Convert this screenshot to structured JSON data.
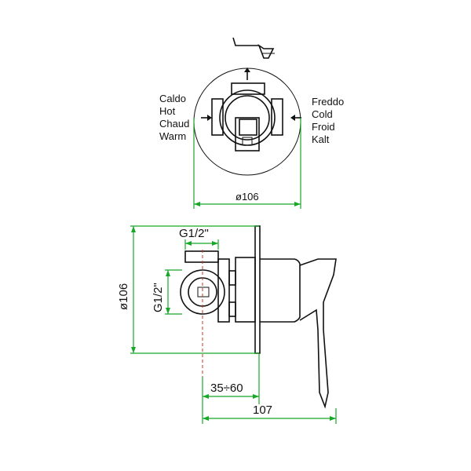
{
  "labels": {
    "hot": [
      "Caldo",
      "Hot",
      "Chaud",
      "Warm"
    ],
    "cold": [
      "Freddo",
      "Cold",
      "Froid",
      "Kalt"
    ]
  },
  "dimensions": {
    "top_diameter": "ø106",
    "side_height": "ø106",
    "thread_top": "G1/2\"",
    "thread_side": "G1/2\"",
    "depth_range": "35÷60",
    "total_length": "107"
  },
  "colors": {
    "dimension_line": "#18a828",
    "center_line": "#c0392b",
    "outline": "#111111"
  },
  "icons": [
    "shower-head-icon",
    "arrow-up-icon",
    "arrow-right-icon",
    "arrow-left-icon"
  ]
}
